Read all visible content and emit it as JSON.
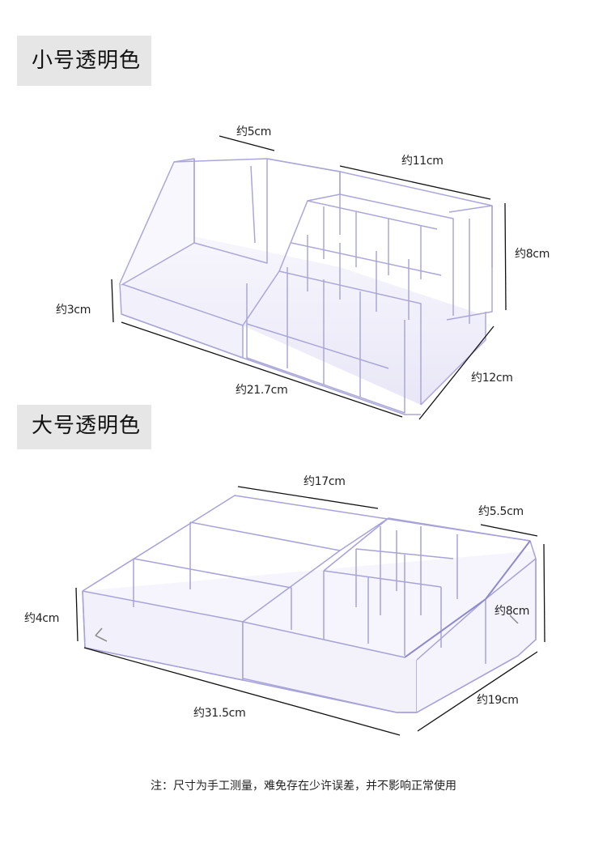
{
  "small": {
    "title": "小号透明色",
    "dims": {
      "top_width": "约5cm",
      "back_length": "约11cm",
      "height_right": "约8cm",
      "height_left": "约3cm",
      "front_length": "约21.7cm",
      "depth": "约12cm"
    }
  },
  "large": {
    "title": "大号透明色",
    "dims": {
      "back_length": "约17cm",
      "top_width": "约5.5cm",
      "height_left": "约4cm",
      "height_right": "约8cm",
      "front_length": "约31.5cm",
      "depth": "约19cm"
    }
  },
  "note": "注：尺寸为手工测量，难免存在少许误差，并不影响正常使用",
  "colors": {
    "label_bg": "#e6e6e6",
    "acrylic_edge": "#a9a6d6",
    "acrylic_fill": "#f3f2fb",
    "dimension_line": "#111111"
  }
}
